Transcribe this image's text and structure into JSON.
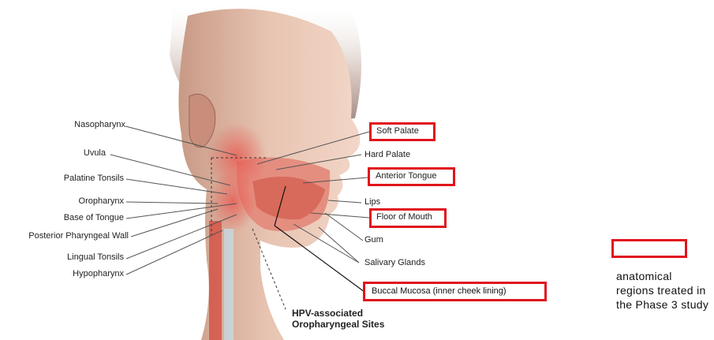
{
  "left_labels": [
    "Nasopharynx",
    "Uvula",
    "Palatine Tonsils",
    "Oropharynx",
    "Base of Tongue",
    "Posterior Pharyngeal Wall",
    "Lingual Tonsils",
    "Hypopharynx"
  ],
  "right_labels": {
    "soft_palate": "Soft Palate",
    "hard_palate": "Hard Palate",
    "anterior_tongue": "Anterior Tongue",
    "lips": "Lips",
    "floor_of_mouth": "Floor of Mouth",
    "gum": "Gum",
    "salivary_glands": "Salivary Glands",
    "buccal_mucosa": "Buccal Mucosa  (inner cheek lining)"
  },
  "hpv_caption": {
    "line1": "HPV-associated",
    "line2": "Oropharyngeal Sites"
  },
  "legend": {
    "text": "anatomical regions treated in the Phase 3 study",
    "color": "#e0141c"
  }
}
